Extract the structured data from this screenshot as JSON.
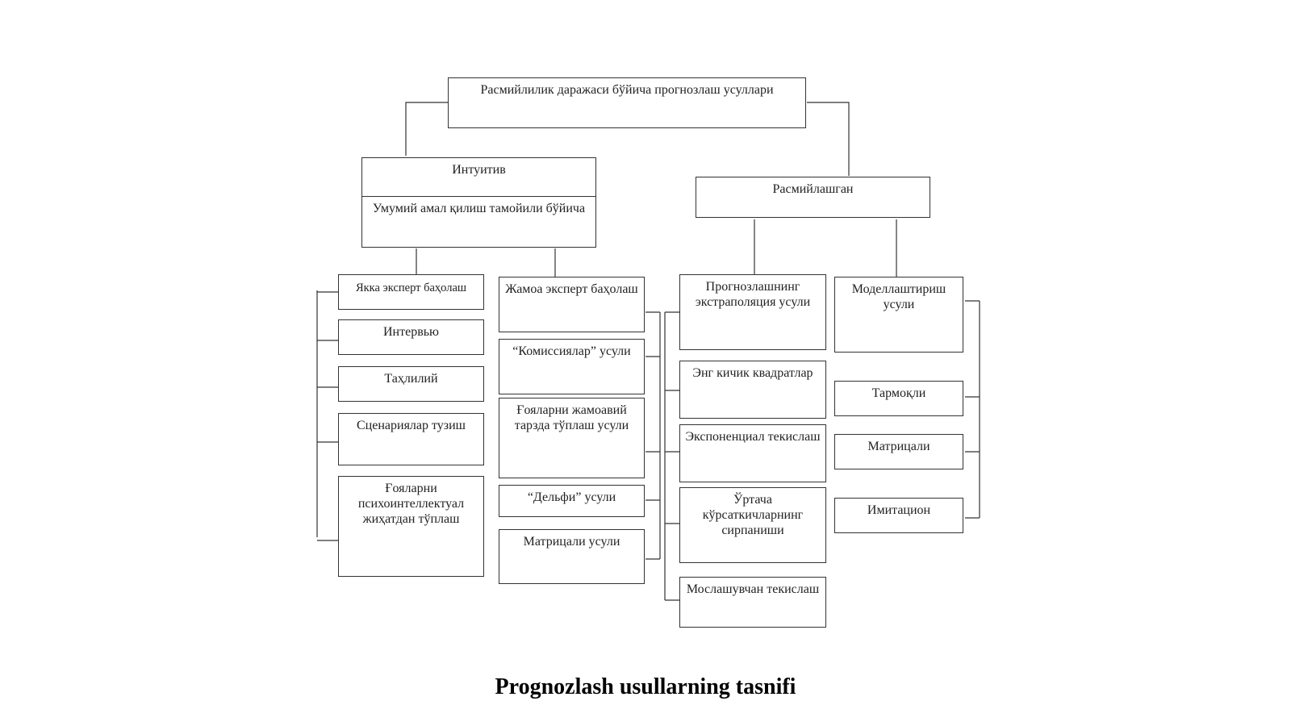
{
  "diagram": {
    "root": "Расмийлилик даражаси бўйича прогнозлаш усуллари",
    "intuitive": {
      "title": "Интуитив",
      "subtitle": "Умумий амал қилиш тамойили бўйича",
      "individual": [
        "Якка эксперт баҳолаш",
        "Интервью",
        "Таҳлилий",
        "Сценариялар тузиш",
        "Ғояларни психоинтеллектуал жиҳатдан тўплаш"
      ],
      "collective": [
        "Жамоа эксперт баҳолаш",
        "“Комиссиялар” усули",
        "Ғояларни жамоавий тарзда тўплаш усули",
        "“Дельфи” усули",
        "Матрицали усули"
      ]
    },
    "formal": {
      "title": "Расмийлашган",
      "extrapolation": [
        "Прогнозлашнинг экстраполяция усули",
        "Энг кичик квадратлар",
        "Экспоненциал текислаш",
        "Ўртача кўрсаткичларнинг сирпаниши",
        "Мослашувчан текислаш"
      ],
      "modeling": [
        "Моделлаштириш усули",
        "Тармоқли",
        "Матрицали",
        "Имитацион"
      ]
    }
  },
  "caption": "Prognozlash usullarning tasnifi"
}
